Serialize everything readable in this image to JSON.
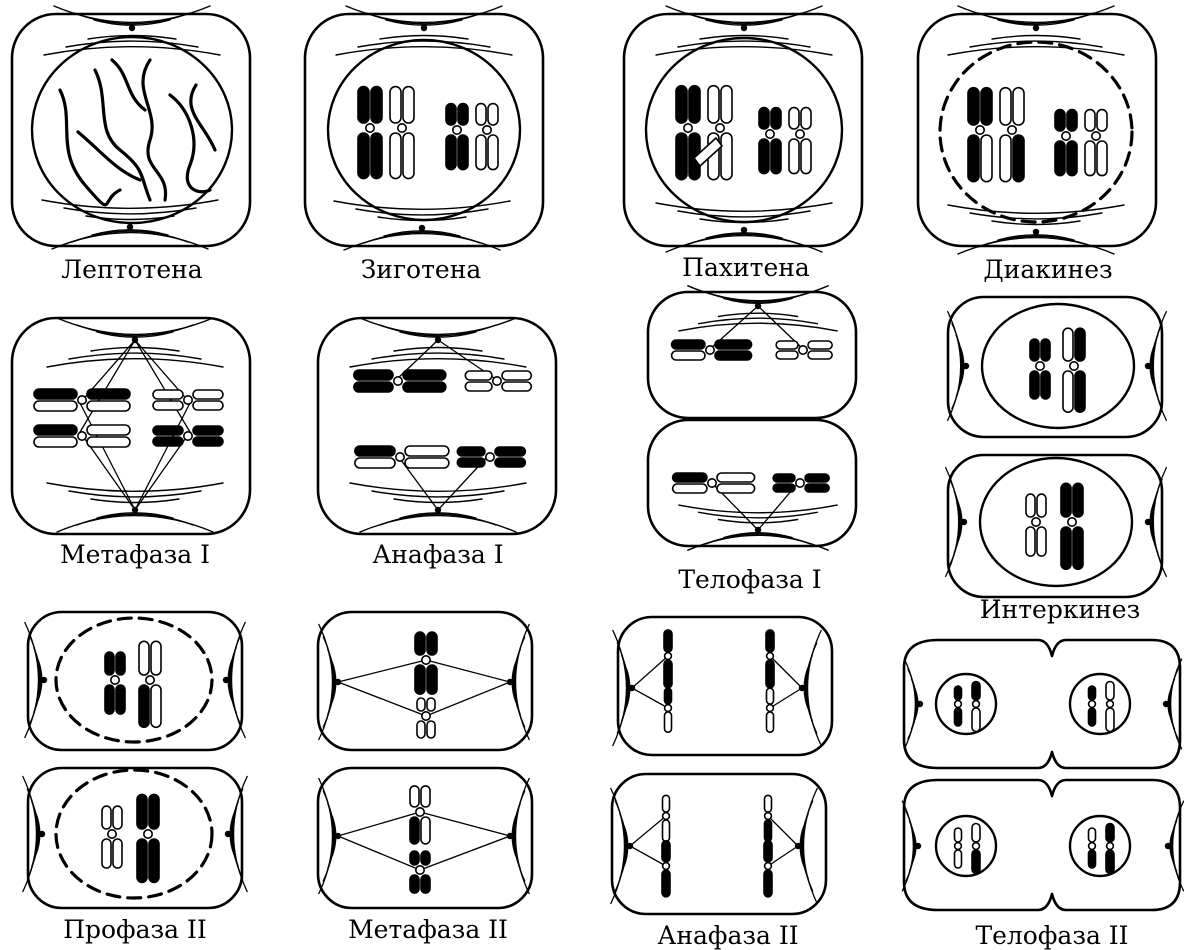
{
  "stage_labels": {
    "leptotene": "Лептотена",
    "zygotene": "Зиготена",
    "pachytene": "Пахитена",
    "diakinesis": "Диакинез",
    "metaphase1": "Метафаза I",
    "anaphase1": "Анафаза I",
    "telophase1": "Телофаза I",
    "interkinesis": "Интеркинез",
    "prophase2": "Профаза II",
    "metaphase2": "Метафаза II",
    "anaphase2": "Анафаза II",
    "telophase2": "Телофаза II"
  },
  "colors": {
    "ink": "#000000",
    "paper": "#ffffff"
  }
}
